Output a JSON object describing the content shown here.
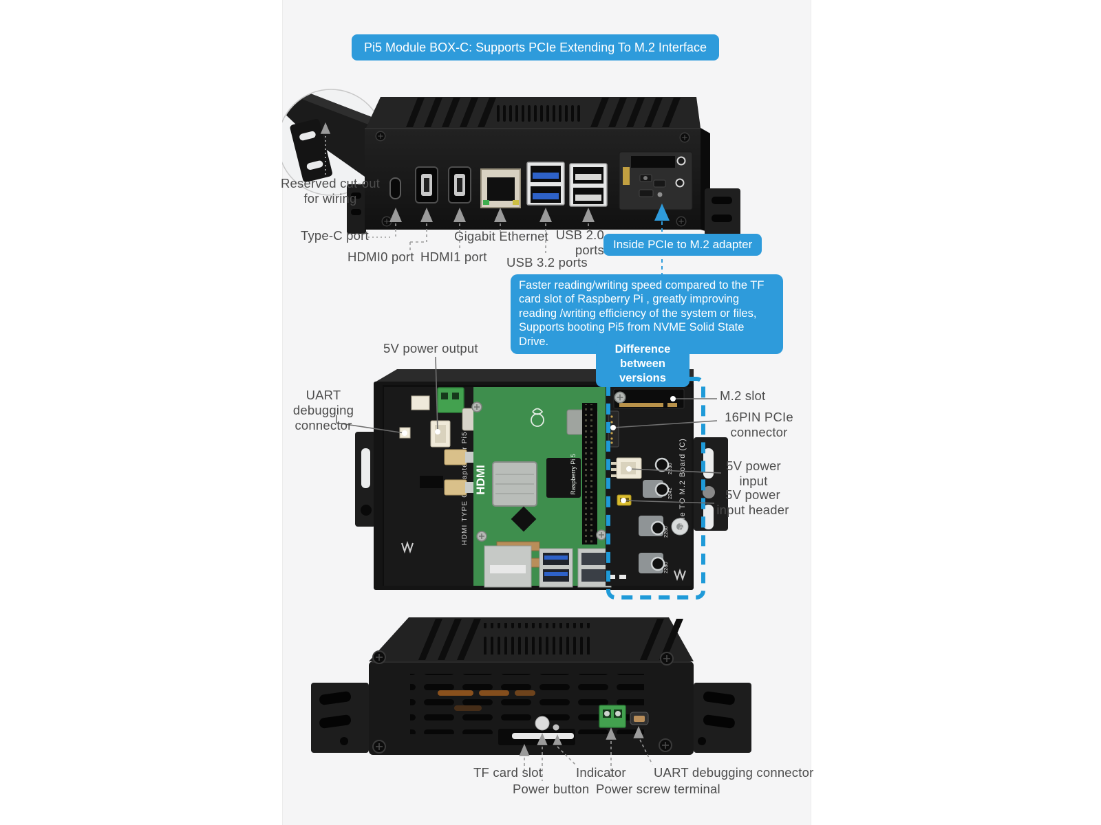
{
  "banner": {
    "title": "Pi5 Module BOX-C: Supports PCIe Extending To M.2 Interface"
  },
  "colors": {
    "accent_blue": "#2e9bdb",
    "label_text": "#4c4c4c"
  },
  "front_view": {
    "labels": {
      "reserved_cutout": "Reserved cut-out for wiring",
      "type_c": "Type-C port",
      "hdmi0": "HDMI0 port",
      "hdmi1": "HDMI1 port",
      "ethernet": "Gigabit Ethernet",
      "usb32": "USB 3.2 ports",
      "usb20": "USB 2.0 ports"
    },
    "badge": "Inside PCIe to M.2 adapter",
    "note": "Faster reading/writing speed compared to the TF card slot of Raspberry Pi , greatly improving reading /writing efficiency of the system or files, Supports booting Pi5 from NVME Solid State Drive."
  },
  "inside_view": {
    "badge": "Difference between versions",
    "labels": {
      "power_output": "5V power output",
      "uart": "UART debugging connector",
      "m2_slot": "M.2 slot",
      "pcie16": "16PIN PCIe connector",
      "power_input": "5V power input",
      "power_input_header": "5V power input header"
    },
    "board_left_text": "HDMI TYPE C Adapter for Pi5",
    "board_right_text": "PCIe TO M.2 Board (C)",
    "pi_text": "Raspberry Pi 5",
    "hdmi_text": "HDMI",
    "m2_sizes": [
      "2230",
      "2242",
      "2260",
      "2280"
    ]
  },
  "rear_view": {
    "labels": {
      "tf": "TF card slot",
      "indicator": "Indicator",
      "power_button": "Power button",
      "power_terminal": "Power screw terminal",
      "uart": "UART debugging connector"
    }
  }
}
